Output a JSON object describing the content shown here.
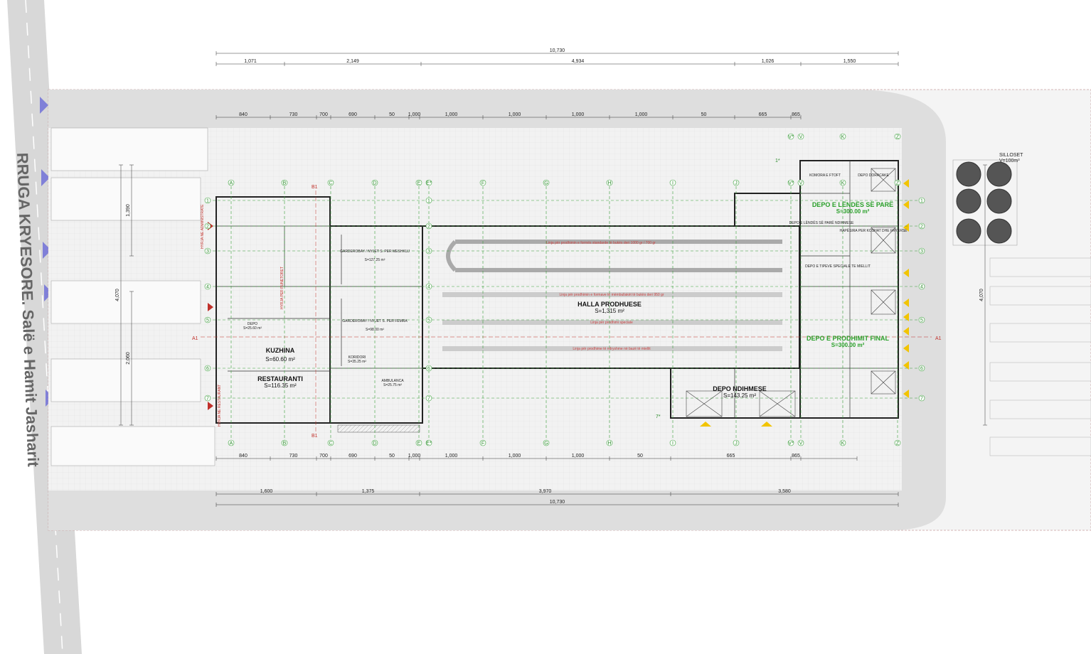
{
  "street": {
    "label": "RRUGA KRYESORE. Salë e Hamit Jasharit"
  },
  "dims": {
    "total_top": "10,730",
    "total_bottom": "10,730",
    "top_row1": [
      "1,071",
      "2,149",
      "4,934",
      "1,026",
      "1,550"
    ],
    "top_row3": [
      "840",
      "730",
      "700",
      "690",
      "50",
      "1,000",
      "1,000",
      "1,000",
      "1,000",
      "1,000",
      "50",
      "665",
      "865"
    ],
    "bottom_row1": [
      "840",
      "730",
      "700",
      "690",
      "50",
      "1,000",
      "1,000",
      "1,000",
      "1,000",
      "50",
      "665",
      "865"
    ],
    "bottom_row4": [
      "1,600",
      "1,375",
      "3,970",
      "3,580"
    ],
    "left_total": "4,070",
    "right_total": "4,070",
    "left_mid": "2,060",
    "left_upper": "1,390"
  },
  "grid": {
    "cols": [
      "A",
      "B",
      "C",
      "D",
      "E",
      "E*",
      "F",
      "G",
      "H",
      "I",
      "J",
      "V*",
      "V",
      "K",
      "Z"
    ],
    "rows": [
      "1",
      "2",
      "3",
      "4",
      "5",
      "6",
      "7"
    ],
    "cols_right": [
      "V*",
      "V",
      "K",
      "Z"
    ],
    "row_marks": [
      "1*",
      "7*"
    ],
    "section": [
      "A1",
      "B1"
    ]
  },
  "rooms": {
    "hall": {
      "name": "HALLA PRODHUESE",
      "area": "S=1,315 m²"
    },
    "kitchen": {
      "name": "KUZHINA",
      "area": "S=60.60 m²"
    },
    "restaurant": {
      "name": "RESTAURANTI",
      "area": "S=116.35 m²"
    },
    "depo_ndihmese": {
      "name": "DEPO NDIHMESE",
      "area": "S=143.25 m²"
    },
    "depo_lende": {
      "name": "DEPO E LËNDËS SË PARË",
      "area": "S=300.00 m²"
    },
    "depo_final": {
      "name": "DEPO E PRODHIMIT FINAL",
      "area": "S=300.00 m²"
    },
    "garderoba_m": {
      "name": "GARDEROBAY / NYJET S. PER MESHKUJ",
      "area": "S=127.25 m²"
    },
    "garderoba_f": {
      "name": "GARDEROBAY / NYJET S. PER FEMRA",
      "area": "S=98.00 m²"
    },
    "komora": {
      "name": "KOMORA E FTOFT"
    },
    "depo_doracake": {
      "name": "DEPO DORACAKE"
    },
    "depo_lende_ndihmese": {
      "name": "DEPO E LËNDËS SË PARË NDIHMESE"
    },
    "koshat": {
      "name": "HAPËSIRA PER KOSHAT DHE FRYERSE"
    },
    "tipeve": {
      "name": "DEPO E TIPEVE SPECIALE TE MIELLIT"
    },
    "depo_small": {
      "name": "DEPO",
      "area": "S=25.60 m²"
    },
    "korridor": {
      "name": "KORIDORI",
      "area": "S=35.25 m²"
    },
    "ambulanca": {
      "name": "AMBULANCA",
      "area": "S=25.75 m²"
    },
    "silloset": {
      "name": "SILLOSET",
      "vol": "V=100m³"
    }
  },
  "lines": {
    "line1": "Linja për prodhimin e formës standarde të bukës deri 1000 gr / 700 gr",
    "line2": "Linja për prodhimin e formave të mëmbullakët të bukës deri 950 gr",
    "line3": "Linja për prodhimi speciale",
    "line4": "Linja për prodhime të ndryshme në bazë të miellit"
  },
  "entrances": {
    "main": "HYRJA NE ADMINISTRATE",
    "kitchen": "HYRJA PER PUNETORET",
    "restaurant": "HYRJA NE RESTAURANT"
  },
  "colors": {
    "grid": "#3aa03a",
    "area_green": "#2aa02a",
    "road": "#dcdcdc",
    "paving": "#efefef",
    "marker_blue": "#8080d8",
    "marker_yellow": "#f2c400",
    "marker_red": "#c0302a"
  }
}
